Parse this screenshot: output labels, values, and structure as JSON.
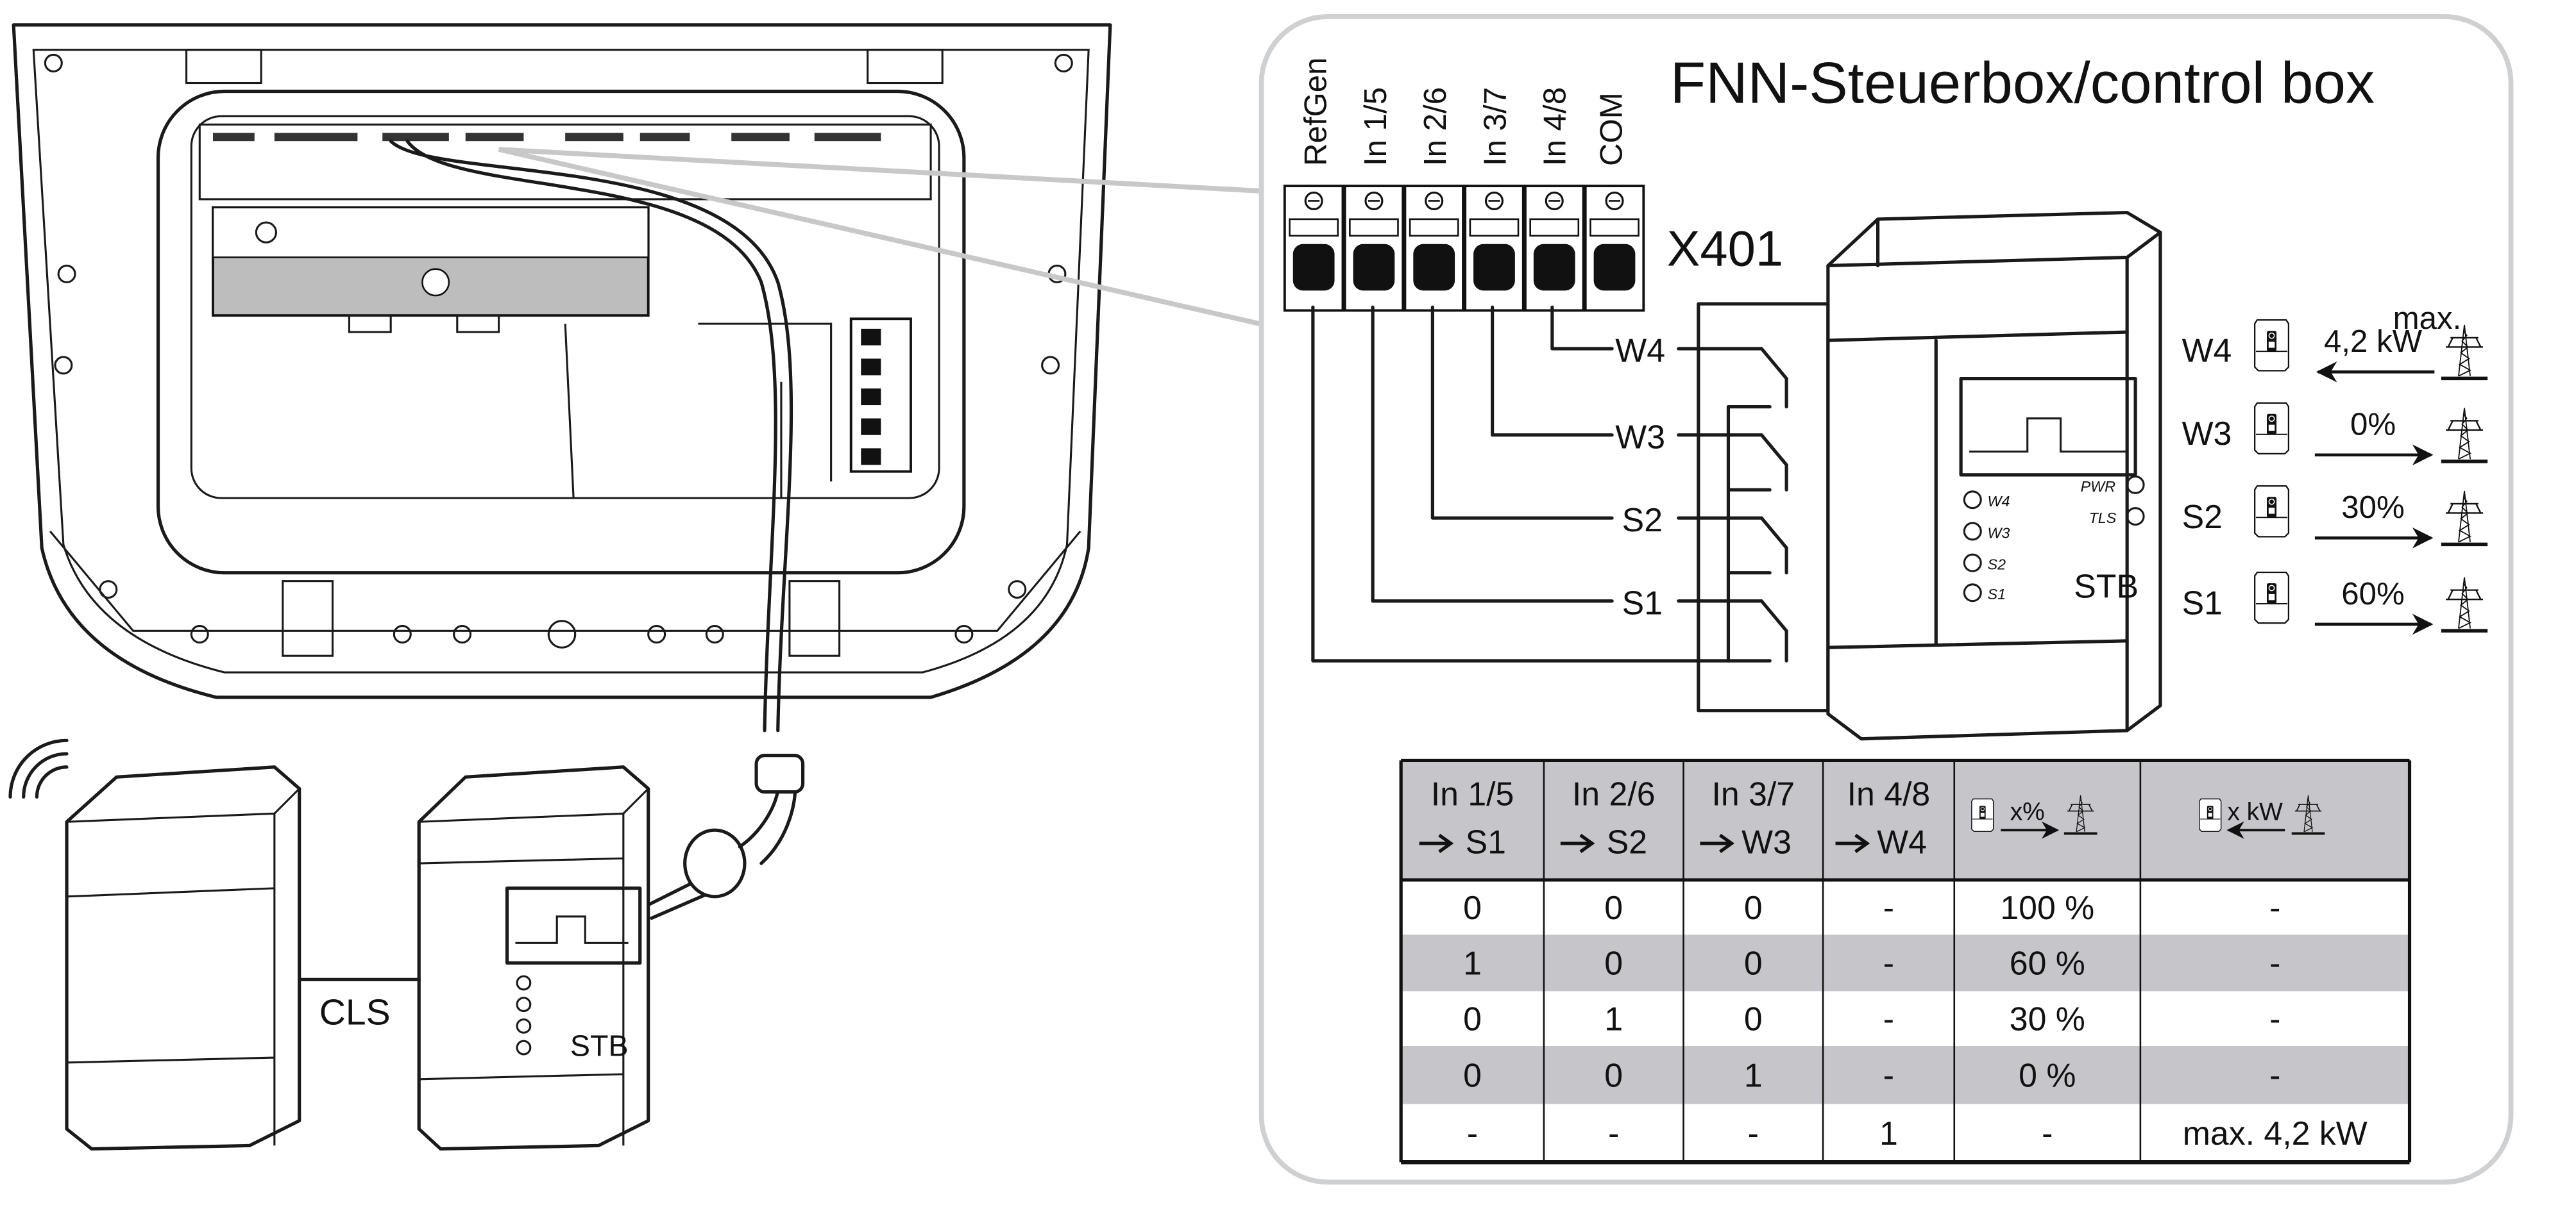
{
  "title": "FNN-Steuerbox/control box",
  "terminal_block": {
    "label": "X401",
    "terminals": [
      "RefGen",
      "In 1/5",
      "In 2/6",
      "In 3/7",
      "In 4/8",
      "COM"
    ]
  },
  "signals": [
    "W4",
    "W3",
    "S2",
    "S1"
  ],
  "stb_device": {
    "led_labels": [
      "W4",
      "W3",
      "S2",
      "S1"
    ],
    "pwr_label": "PWR",
    "tls_label": "TLS",
    "name": "STB"
  },
  "power_rows": [
    {
      "signal": "W4",
      "line1": "max.",
      "line2": "4,2 kW",
      "direction": "grid-to-inverter"
    },
    {
      "signal": "W3",
      "line1": "",
      "line2": "0%",
      "direction": "inverter-to-grid"
    },
    {
      "signal": "S2",
      "line1": "",
      "line2": "30%",
      "direction": "inverter-to-grid"
    },
    {
      "signal": "S1",
      "line1": "",
      "line2": "60%",
      "direction": "inverter-to-grid"
    }
  ],
  "table": {
    "headers": [
      {
        "line1": "In 1/5",
        "line2": "S1"
      },
      {
        "line1": "In 2/6",
        "line2": "S2"
      },
      {
        "line1": "In 3/7",
        "line2": "W3"
      },
      {
        "line1": "In 4/8",
        "line2": "W4"
      },
      {
        "label": "x%"
      },
      {
        "label": "x kW"
      }
    ],
    "rows": [
      [
        "0",
        "0",
        "0",
        "-",
        "100 %",
        "-"
      ],
      [
        "1",
        "0",
        "0",
        "-",
        "60 %",
        "-"
      ],
      [
        "0",
        "1",
        "0",
        "-",
        "30 %",
        "-"
      ],
      [
        "0",
        "0",
        "1",
        "-",
        "0 %",
        "-"
      ],
      [
        "-",
        "-",
        "-",
        "1",
        "-",
        "max. 4,2 kW"
      ]
    ],
    "colors": {
      "header": "#c6c6ca",
      "stripe": "#c6c6ca",
      "plain": "#ffffff"
    }
  },
  "left": {
    "connection_label": "CLS",
    "stb_label": "STB"
  }
}
